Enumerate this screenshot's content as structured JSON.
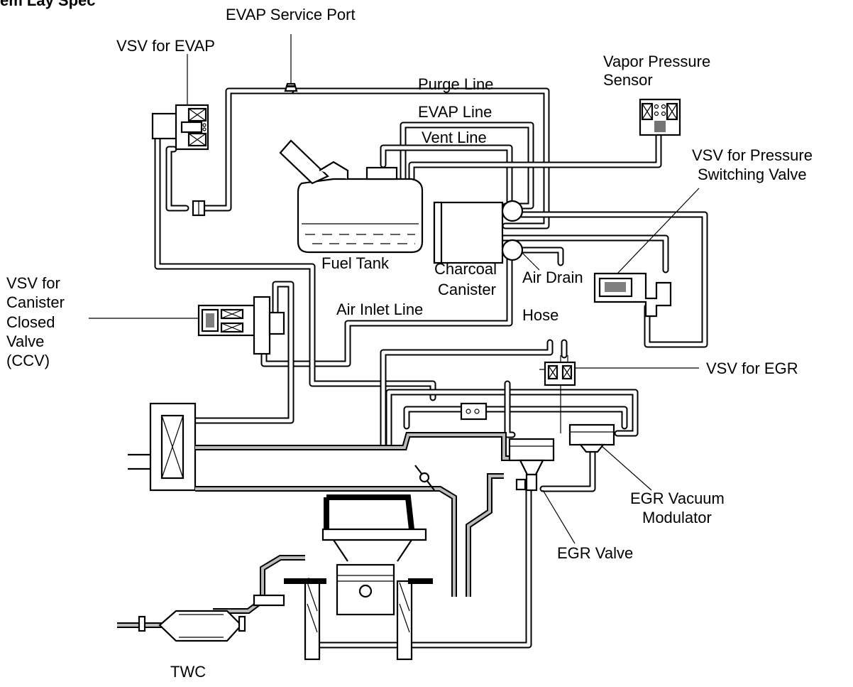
{
  "header": {
    "title_fragment": "em Lay Spec"
  },
  "labels": {
    "evap_service_port": "EVAP Service Port",
    "vsv_evap": "VSV for EVAP",
    "vapor_pressure_sensor_1": "Vapor Pressure",
    "vapor_pressure_sensor_2": "Sensor",
    "purge_line": "Purge Line",
    "evap_line": "EVAP Line",
    "vent_line": "Vent Line",
    "vsv_pressure_1": "VSV for Pressure",
    "vsv_pressure_2": "Switching Valve",
    "fuel_tank": "Fuel Tank",
    "charcoal_canister_1": "Charcoal",
    "charcoal_canister_2": "Canister",
    "air_drain_hose_1": "Air Drain",
    "air_drain_hose_2": "Hose",
    "air_inlet_line": "Air Inlet Line",
    "vsv_ccv_1": "VSV for",
    "vsv_ccv_2": "Canister",
    "vsv_ccv_3": "Closed",
    "vsv_ccv_4": "Valve",
    "vsv_ccv_5": "(CCV)",
    "vsv_egr": "VSV for EGR",
    "egr_vacuum_modulator_1": "EGR Vacuum",
    "egr_vacuum_modulator_2": "Modulator",
    "egr_valve": "EGR Valve",
    "twc": "TWC"
  }
}
